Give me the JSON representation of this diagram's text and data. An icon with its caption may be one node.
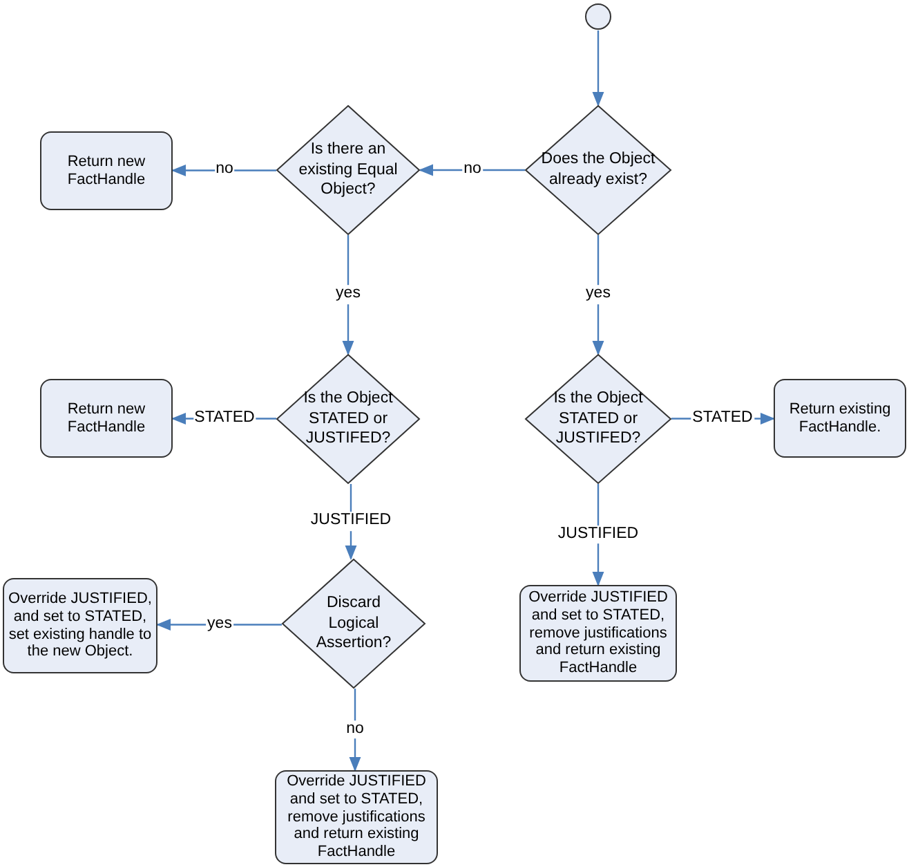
{
  "diagram": {
    "nodes": [
      {
        "text": [],
        "shape": "circle"
      },
      {
        "text": [
          "Return new FactHandle"
        ]
      },
      {
        "text": [
          "Is there an existing Equal Object?"
        ]
      },
      {
        "text": [
          "Does the Object already exist?"
        ]
      },
      {
        "text": [
          "Return new FactHandle"
        ]
      },
      {
        "text": [
          "Is the Object STATED or JUSTIFED?"
        ]
      },
      {
        "text": [
          "Is the Object STATED or JUSTIFED?"
        ]
      },
      {
        "text": [
          "Return existing FactHandle."
        ]
      },
      {
        "text": [
          "Override JUSTIFIED, and set to STATED, set existing handle to the new Object."
        ]
      },
      {
        "text": [
          "Discard Logical Assertion?"
        ]
      },
      {
        "text": [
          "Override JUSTIFIED and set to STATED, remove justifications and return existing FactHandle"
        ]
      },
      {
        "text": [
          "Override JUSTIFIED and set to STATED, remove justifications and return existing FactHandle"
        ]
      }
    ],
    "edges": [
      {
        "from": 0,
        "to": 3,
        "arrow": "to"
      },
      {
        "from": 3,
        "to": 2,
        "label": "no",
        "arrow": "to"
      },
      {
        "from": 2,
        "to": 1,
        "label": "no",
        "arrow": "to"
      },
      {
        "from": 2,
        "to": 5,
        "label": "yes",
        "arrow": "to"
      },
      {
        "from": 5,
        "to": 4,
        "label": "STATED",
        "arrow": "to"
      },
      {
        "from": 5,
        "to": 9,
        "label": "JUSTIFIED",
        "arrow": "to"
      },
      {
        "from": 9,
        "to": 8,
        "label": "yes",
        "arrow": "to"
      },
      {
        "from": 9,
        "to": 11,
        "label": "no",
        "arrow": "to"
      },
      {
        "from": 3,
        "to": 6,
        "label": "yes",
        "arrow": "to"
      },
      {
        "from": 6,
        "to": 7,
        "label": "STATED",
        "arrow": "to"
      },
      {
        "from": 6,
        "to": 10,
        "label": "JUSTIFIED",
        "arrow": "to"
      }
    ]
  }
}
